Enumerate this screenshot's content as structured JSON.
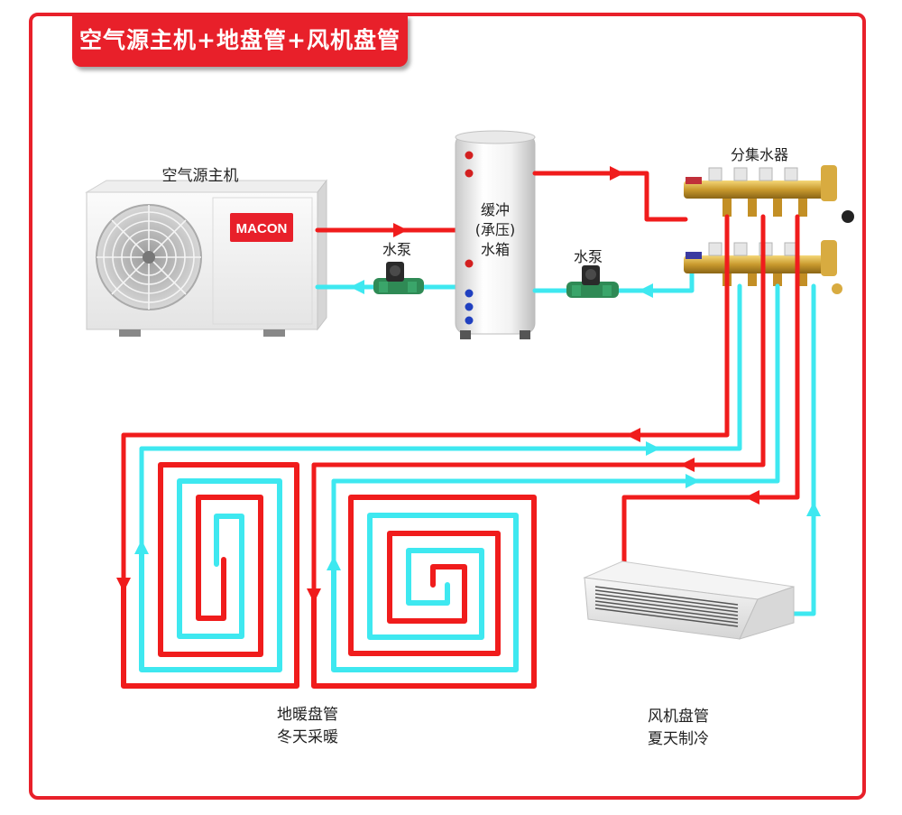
{
  "title": "空气源主机+地盘管+风机盘管",
  "labels": {
    "heat_pump": "空气源主机",
    "heat_pump_brand": "MACON",
    "tank_line1": "缓冲",
    "tank_line2": "(承压)",
    "tank_line3": "水箱",
    "pump_left": "水泵",
    "pump_right": "水泵",
    "manifold": "分集水器",
    "floor_heating_line1": "地暖盘管",
    "floor_heating_line2": "冬天采暖",
    "fan_coil_line1": "风机盘管",
    "fan_coil_line2": "夏天制冷"
  },
  "colors": {
    "frame": "#e8202a",
    "hot_pipe": "#f01c1c",
    "cold_pipe": "#3ee8f0",
    "brand_badge": "#e8202a"
  },
  "icons": [
    "heat-pump-unit",
    "fan-grille-icon",
    "buffer-tank",
    "water-pump-icon",
    "manifold-icon",
    "fan-coil-unit",
    "flow-arrow-icon"
  ]
}
